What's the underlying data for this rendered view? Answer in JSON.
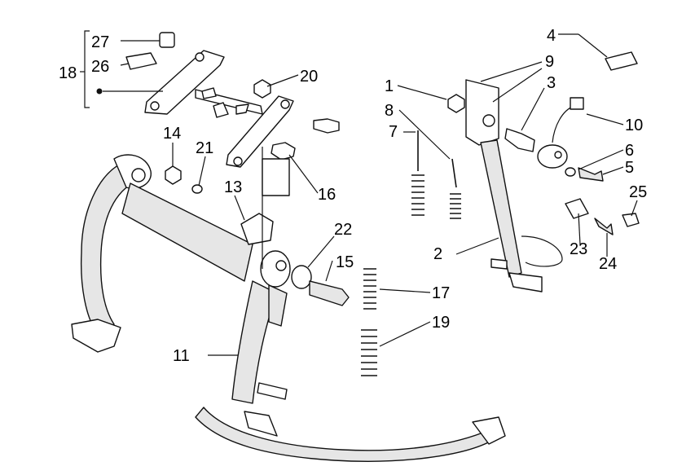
{
  "diagram": {
    "callouts": [
      {
        "id": "1",
        "label": "1"
      },
      {
        "id": "2",
        "label": "2"
      },
      {
        "id": "3",
        "label": "3"
      },
      {
        "id": "4",
        "label": "4"
      },
      {
        "id": "5",
        "label": "5"
      },
      {
        "id": "6",
        "label": "6"
      },
      {
        "id": "7",
        "label": "7"
      },
      {
        "id": "8",
        "label": "8"
      },
      {
        "id": "9",
        "label": "9"
      },
      {
        "id": "10",
        "label": "10"
      },
      {
        "id": "11",
        "label": "11"
      },
      {
        "id": "13",
        "label": "13"
      },
      {
        "id": "14",
        "label": "14"
      },
      {
        "id": "15",
        "label": "15"
      },
      {
        "id": "16",
        "label": "16"
      },
      {
        "id": "17",
        "label": "17"
      },
      {
        "id": "18",
        "label": "18"
      },
      {
        "id": "19",
        "label": "19"
      },
      {
        "id": "20",
        "label": "20"
      },
      {
        "id": "21",
        "label": "21"
      },
      {
        "id": "22",
        "label": "22"
      },
      {
        "id": "23",
        "label": "23"
      },
      {
        "id": "24",
        "label": "24"
      },
      {
        "id": "25",
        "label": "25"
      },
      {
        "id": "26",
        "label": "26"
      },
      {
        "id": "27",
        "label": "27"
      }
    ]
  }
}
